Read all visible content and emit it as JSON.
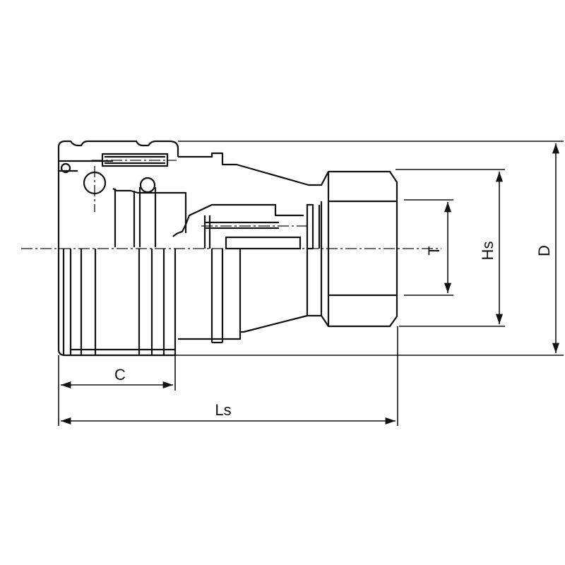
{
  "drawing": {
    "dimensions": {
      "coupler_length": "C",
      "overall_length": "Ls",
      "thread": "T",
      "hex_size": "Hs",
      "outer_diameter": "D"
    },
    "colors": {
      "line": "#111111",
      "background": "#ffffff"
    }
  }
}
